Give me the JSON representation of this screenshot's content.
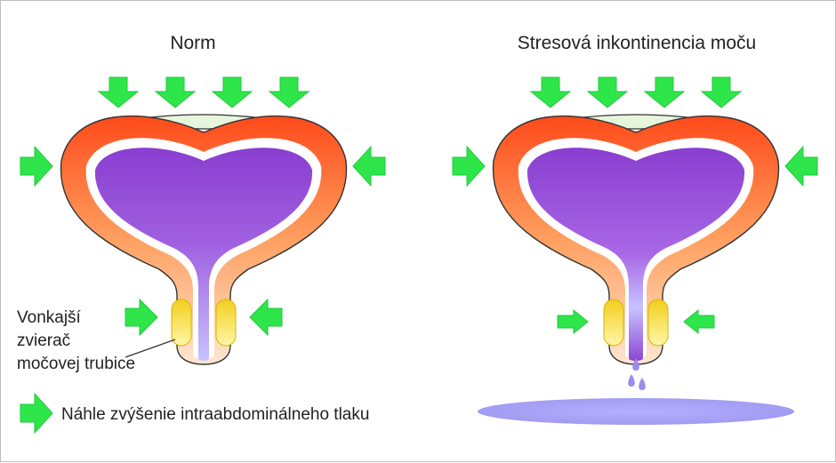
{
  "panels": {
    "normal": {
      "title": "Norm"
    },
    "stress": {
      "title": "Stresová inkontinencia moču"
    }
  },
  "sphincter_label": [
    "Vonkajší",
    "zvierač",
    "močovej trubice"
  ],
  "legend": {
    "text": "Náhle zvýšenie intraabdominálneho tlaku"
  },
  "colors": {
    "arrow": "#2ee64a",
    "wall_top": "#ff4a1a",
    "wall_bottom": "#ffe0c8",
    "urine_top": "#8a3ed0",
    "urine_bottom": "#bcb4ff",
    "sphincter": "#f5d830",
    "puddle": "#a9a4f7"
  }
}
